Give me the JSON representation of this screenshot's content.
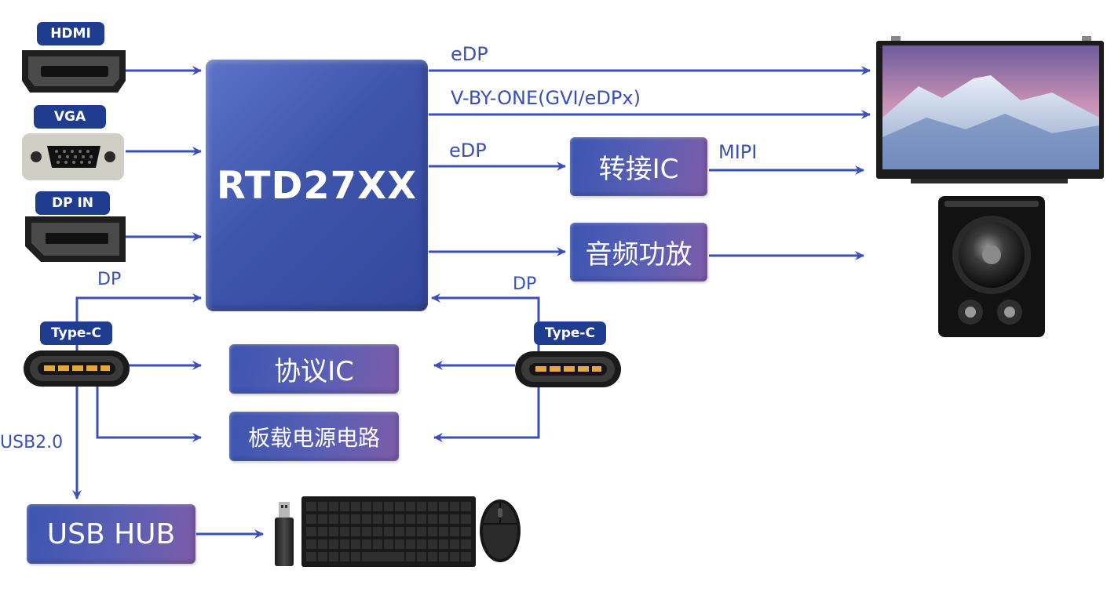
{
  "main_chip": {
    "label": "RTD27XX"
  },
  "inputs": {
    "hdmi": {
      "badge": "HDMI"
    },
    "vga": {
      "badge": "VGA"
    },
    "dp_in": {
      "badge": "DP IN"
    },
    "typec_left": {
      "badge": "Type-C",
      "dp_label": "DP",
      "usb_label": "USB2.0"
    },
    "typec_right": {
      "badge": "Type-C",
      "dp_label": "DP"
    }
  },
  "outputs": {
    "edp_top": "eDP",
    "vbyone": "V-BY-ONE(GVI/eDPx)",
    "edp_mid": "eDP",
    "mipi": "MIPI"
  },
  "blocks": {
    "bridge_ic": "转接IC",
    "audio_amp": "音频功放",
    "protocol_ic": "协议IC",
    "power": "板载电源电路",
    "usb_hub": "USB HUB"
  },
  "colors": {
    "line": "#3a4fb8",
    "badge": "#1f3c8f",
    "chip": "#3e55ac"
  }
}
